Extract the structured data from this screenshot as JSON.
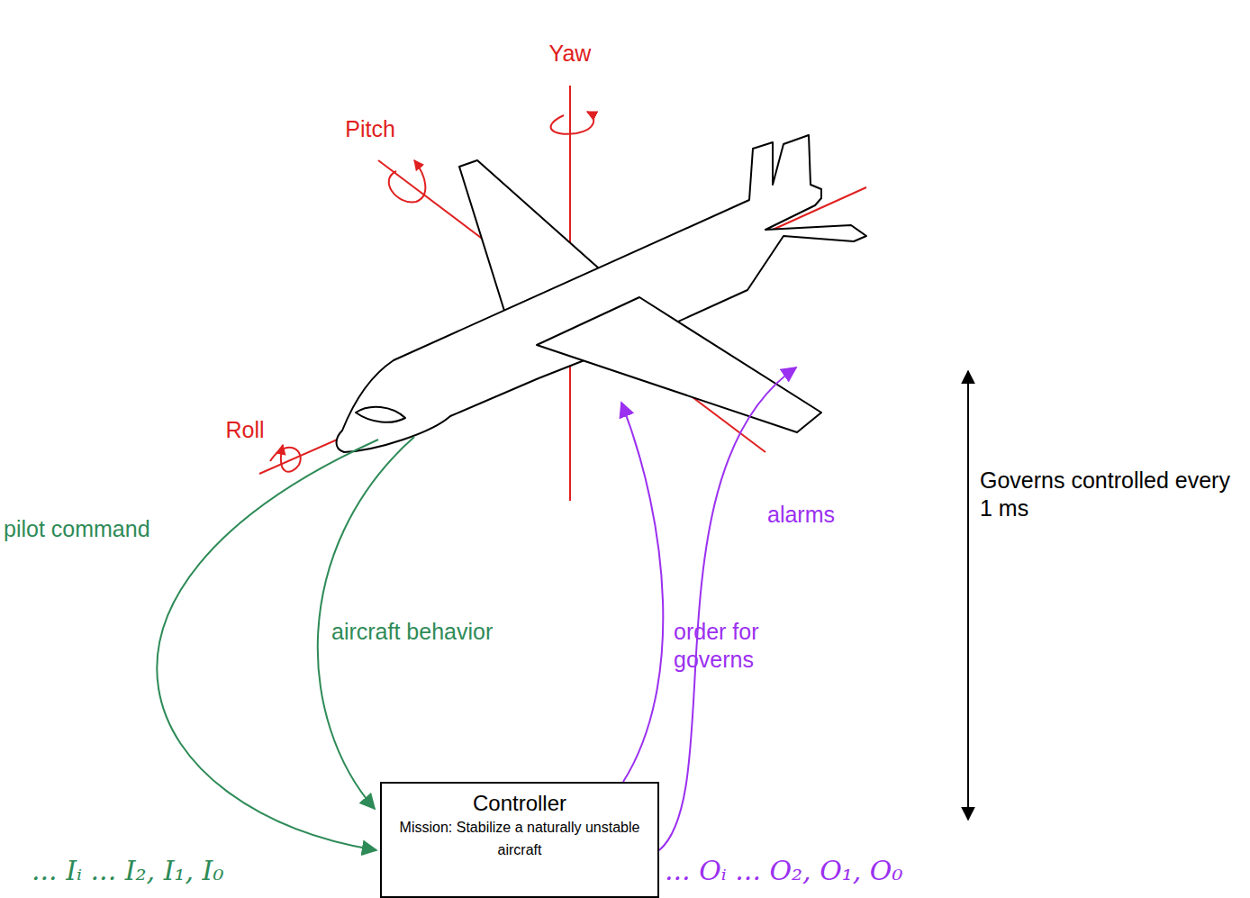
{
  "diagram": {
    "nodes": [
      {
        "text": [
          "Controller",
          "Mission: Stabilize a naturally unstable aircraft"
        ]
      }
    ],
    "edges": [],
    "labels": [
      "Yaw",
      "Pitch",
      "Roll",
      "pilot command",
      "aircraft behavior",
      "order for governs",
      "alarms",
      "Governs controlled every 1 ms",
      "... Iᵢ ... I₂, I₁, I₀",
      "... Oᵢ ... O₂, O₁, O₀"
    ]
  }
}
